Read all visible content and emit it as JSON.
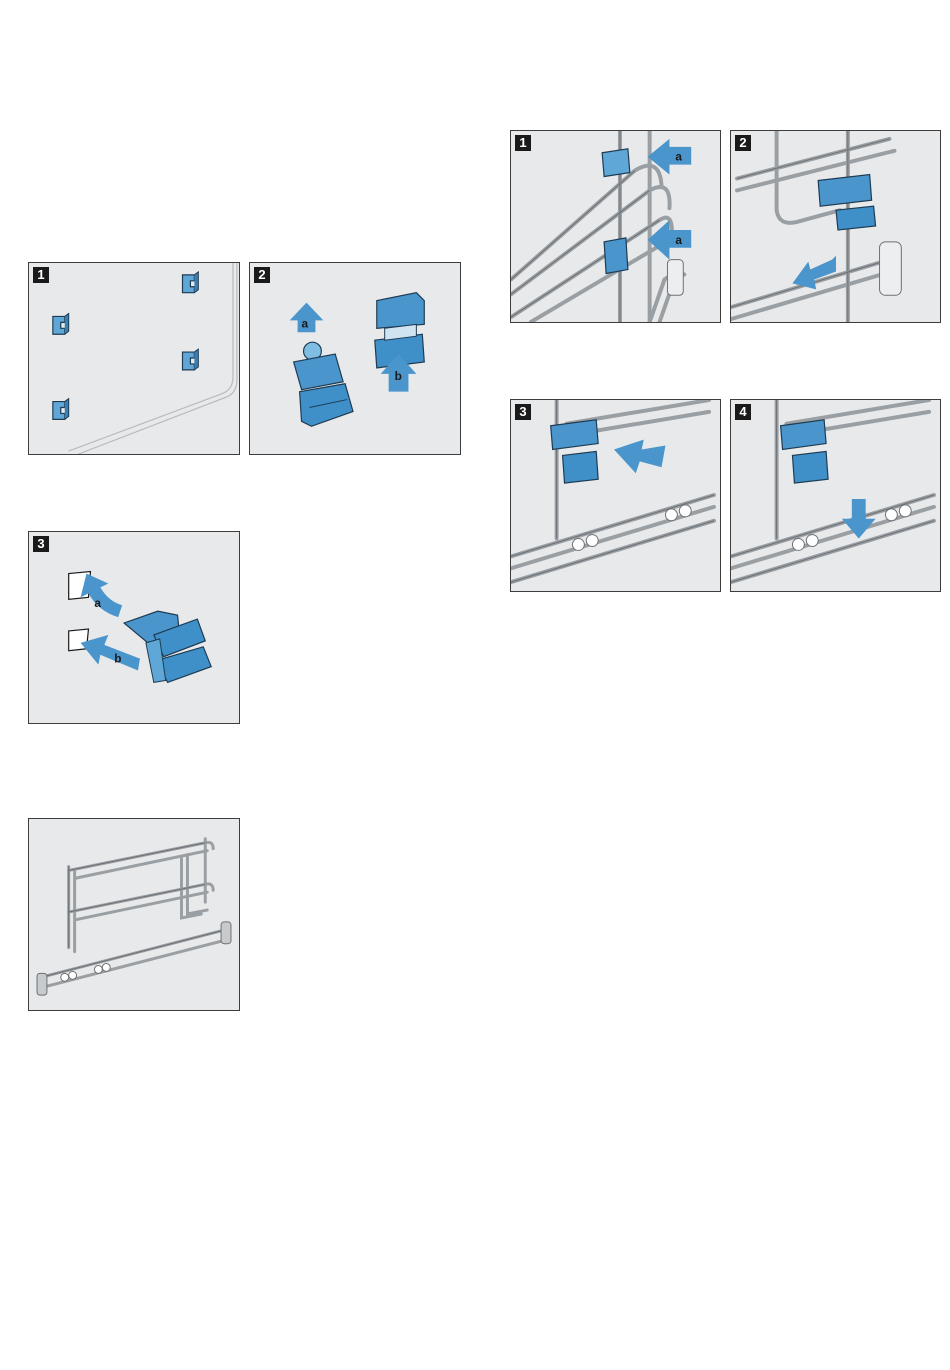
{
  "left_column": {
    "figure_1": {
      "step": "1"
    },
    "figure_2": {
      "step": "2",
      "arrow_a": "a",
      "arrow_b": "b"
    },
    "figure_3": {
      "step": "3",
      "arrow_a": "a",
      "arrow_b": "b"
    },
    "figure_4": {}
  },
  "right_column": {
    "figure_1": {
      "step": "1",
      "arrow_a_top": "a",
      "arrow_a_bottom": "a"
    },
    "figure_2": {
      "step": "2"
    },
    "figure_3": {
      "step": "3"
    },
    "figure_4": {
      "step": "4"
    }
  },
  "colors": {
    "panel_bg": "#e7e9ea",
    "clip_blue": "#3f8fc8",
    "arrow_blue": "#4a95cc",
    "rail_gray": "#9a9fa3",
    "badge": "#1a1a1a"
  }
}
